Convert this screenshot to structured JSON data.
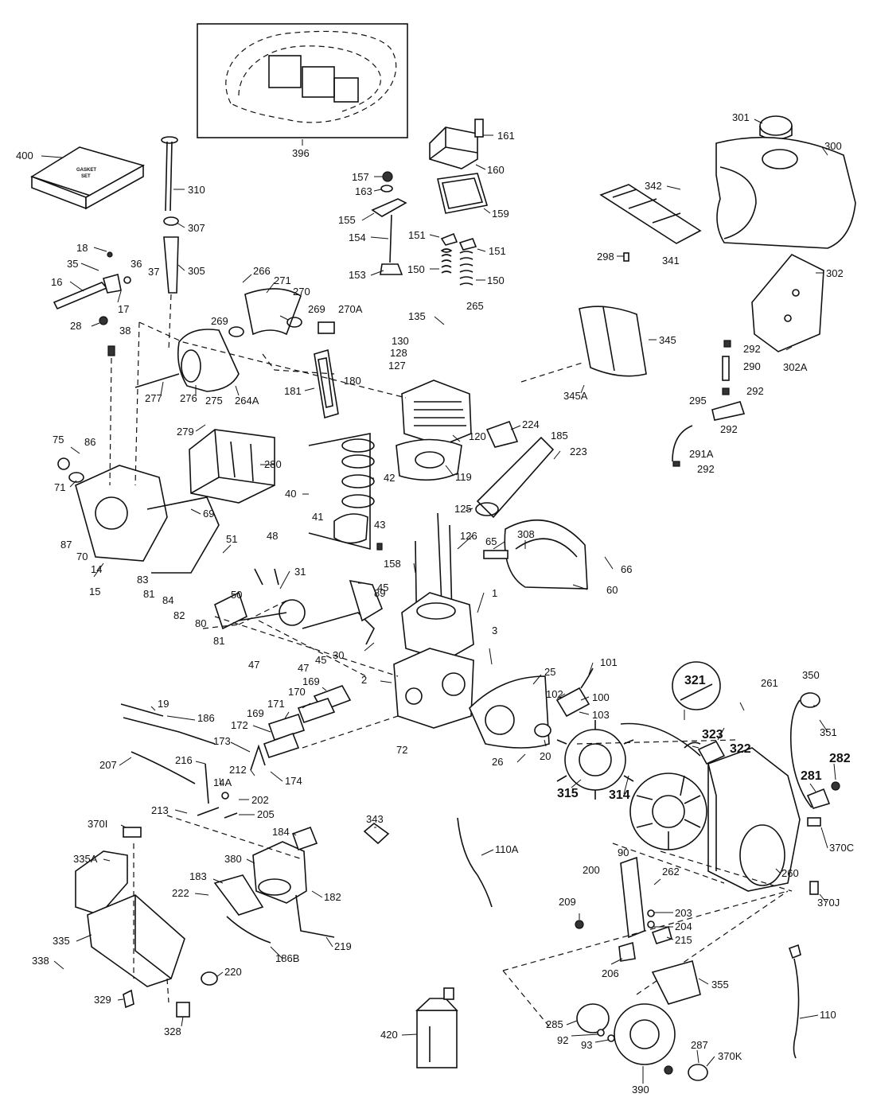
{
  "callouts": {
    "box_gasket_set": "400",
    "gasket_set_text_1": "GASKET",
    "gasket_set_text_2": "SET",
    "inset_box": "396",
    "c161": "161",
    "c160": "160",
    "c157": "157",
    "c163": "163",
    "c159": "159",
    "c155": "155",
    "c154": "154",
    "c153": "153",
    "c151a": "151",
    "c151b": "151",
    "c150a": "150",
    "c150b": "150",
    "c301": "301",
    "c300": "300",
    "c342": "342",
    "c298": "298",
    "c341": "341",
    "c302": "302",
    "c302A": "302A",
    "c292a": "292",
    "c290": "290",
    "c292b": "292",
    "c295": "295",
    "c292c": "292",
    "c291A": "291A",
    "c292d": "292",
    "c310": "310",
    "c307": "307",
    "c305": "305",
    "c18": "18",
    "c35": "35",
    "c36": "36",
    "c37": "37",
    "c16": "16",
    "c17": "17",
    "c28": "28",
    "c38": "38",
    "c266": "266",
    "c271": "271",
    "c270": "270",
    "c269a": "269",
    "c269b": "269",
    "c270A": "270A",
    "c265": "265",
    "c135": "135",
    "c130": "130",
    "c128": "128",
    "c127": "127",
    "c345": "345",
    "c345A": "345A",
    "c180": "180",
    "c181": "181",
    "c264A": "264A",
    "c275": "275",
    "c276": "276",
    "c277": "277",
    "c279": "279",
    "c280": "280",
    "c120": "120",
    "c224": "224",
    "c185": "185",
    "c223": "223",
    "c119": "119",
    "c75": "75",
    "c86": "86",
    "c71": "71",
    "c87": "87",
    "c70": "70",
    "c69": "69",
    "c14": "14",
    "c15": "15",
    "c51": "51",
    "c48": "48",
    "c40": "40",
    "c42": "42",
    "c41": "41",
    "c43": "43",
    "c125": "125",
    "c126": "126",
    "c158": "158",
    "c65": "65",
    "c308": "308",
    "c66": "66",
    "c60": "60",
    "c31": "31",
    "c45a": "45",
    "c50": "50",
    "c83": "83",
    "c81a": "81",
    "c84": "84",
    "c82": "82",
    "c80": "80",
    "c81b": "81",
    "c89": "89",
    "c1": "1",
    "c3": "3",
    "c47a": "47",
    "c47b": "47",
    "c45b": "45",
    "c30": "30",
    "c2": "2",
    "c25": "25",
    "c101": "101",
    "c102": "102",
    "c100": "100",
    "c103": "103",
    "c72": "72",
    "c26": "26",
    "c20": "20",
    "c321": "321",
    "c261": "261",
    "c350": "350",
    "c323": "323",
    "c322": "322",
    "c351": "351",
    "c282": "282",
    "c281": "281",
    "c315": "315",
    "c314": "314",
    "c19": "19",
    "c186": "186",
    "c169a": "169",
    "c170": "170",
    "c171": "171",
    "c169b": "169",
    "c172": "172",
    "c173": "173",
    "c207": "207",
    "c216": "216",
    "c212": "212",
    "c174": "174",
    "c14A": "14A",
    "c202": "202",
    "c213": "213",
    "c205": "205",
    "c370I": "370I",
    "c335A": "335A",
    "c343": "343",
    "c110A": "110A",
    "c90": "90",
    "c370C": "370C",
    "c262": "262",
    "c260": "260",
    "c200": "200",
    "c370J": "370J",
    "c209": "209",
    "c203": "203",
    "c204": "204",
    "c215": "215",
    "c206": "206",
    "c184": "184",
    "c380": "380",
    "c183": "183",
    "c222": "222",
    "c182": "182",
    "c335": "335",
    "c338": "338",
    "c219": "219",
    "c186B": "186B",
    "c220": "220",
    "c329": "329",
    "c328": "328",
    "c355": "355",
    "c110": "110",
    "c420": "420",
    "c285": "285",
    "c92": "92",
    "c93": "93",
    "c287": "287",
    "c370K": "370K",
    "c390": "390"
  },
  "colors": {
    "ink": "#111111",
    "paper": "#ffffff"
  }
}
